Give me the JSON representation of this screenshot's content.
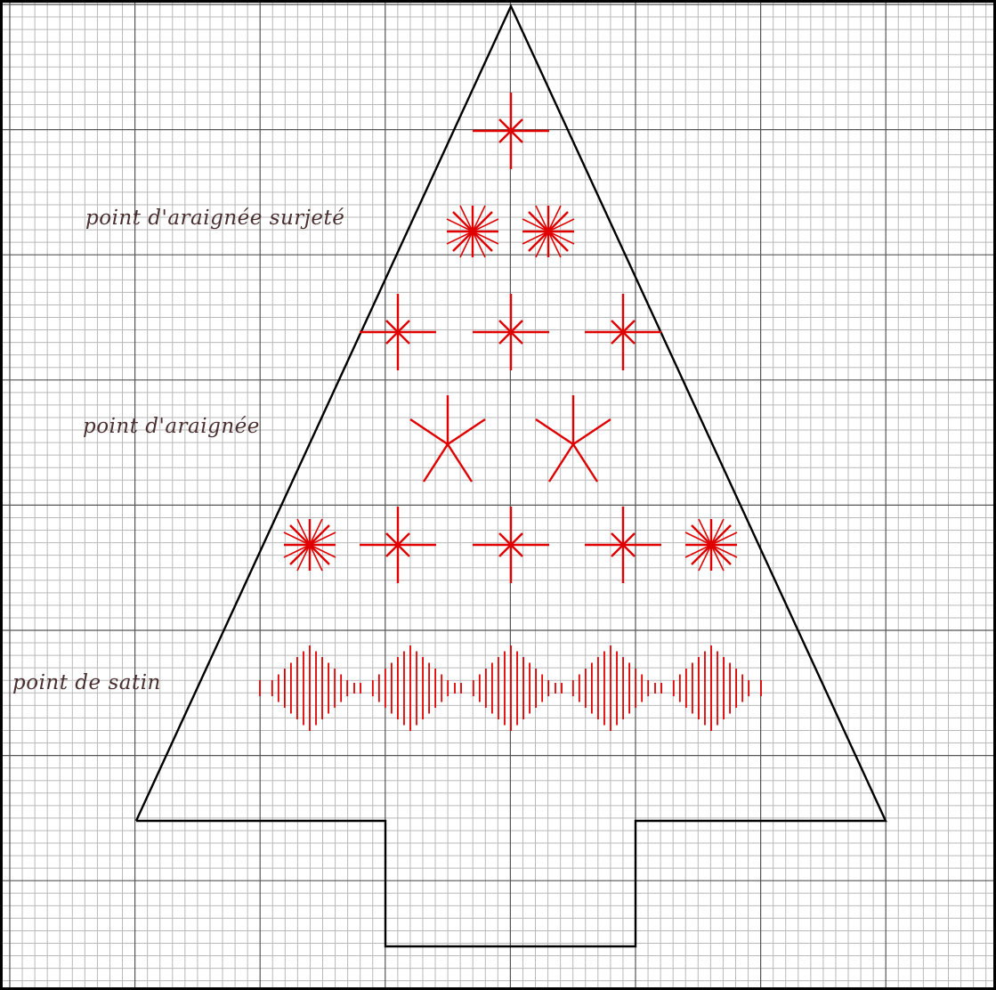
{
  "colors": {
    "background": "#ffffff",
    "grid_fine": "#b9b9b9",
    "grid_major": "#555555",
    "outline": "#000000",
    "stitch": "#e00000",
    "label_text": "#4a3030"
  },
  "labels": {
    "overcast_spider": "point d'araignée surjeté",
    "spider": "point d'araignée",
    "satin": "point de satin"
  },
  "pattern": {
    "subject": "tree-outline",
    "stitch_rows": [
      {
        "kind": "star-plus",
        "count": 1
      },
      {
        "kind": "star-plus",
        "count": 2
      },
      {
        "kind": "star-plus",
        "count": 3
      },
      {
        "kind": "spider",
        "count": 2
      },
      {
        "kind": "star-plus",
        "count": 5
      },
      {
        "kind": "satin-diamond",
        "count": 5
      }
    ]
  }
}
